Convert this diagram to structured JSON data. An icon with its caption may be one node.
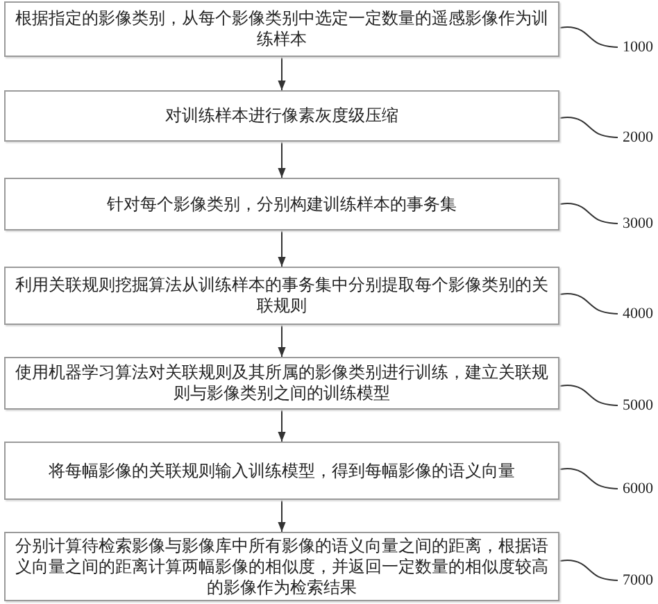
{
  "diagram": {
    "nodes": [
      {
        "text": [
          "根据指定的影像类别，从每个影像类别中选定一定数量的遥感影像作为训练样本"
        ]
      },
      {
        "text": [
          "1000"
        ]
      },
      {
        "text": [
          "对训练样本进行像素灰度级压缩"
        ]
      },
      {
        "text": [
          "2000"
        ]
      },
      {
        "text": [
          "针对每个影像类别，分别构建训练样本的事务集"
        ]
      },
      {
        "text": [
          "3000"
        ]
      },
      {
        "text": [
          "利用关联规则挖掘算法从训练样本的事务集中分别提取每个影像类别的关联规则"
        ]
      },
      {
        "text": [
          "4000"
        ]
      },
      {
        "text": [
          "使用机器学习算法对关联规则及其所属的影像类别进行训练，建立关联规则与影像类别之间的训练模型"
        ]
      },
      {
        "text": [
          "5000"
        ]
      },
      {
        "text": [
          "将每幅影像的关联规则输入训练模型，得到每幅影像的语义向量"
        ]
      },
      {
        "text": [
          "6000"
        ]
      },
      {
        "text": [
          "分别计算待检索影像与影像库中所有影像的语义向量之间的距离，根据语义向量之间的距离计算两幅影像的相似度，并返回一定数量的相似度较高的影像作为检索结果"
        ]
      },
      {
        "text": [
          "7000"
        ]
      }
    ],
    "edges": [
      {
        "from": 0,
        "to": 2,
        "arrow": "to"
      },
      {
        "from": 2,
        "to": 4,
        "arrow": "to"
      },
      {
        "from": 4,
        "to": 6,
        "arrow": "to"
      },
      {
        "from": 6,
        "to": 8,
        "arrow": "to"
      },
      {
        "from": 8,
        "to": 10,
        "arrow": "to"
      },
      {
        "from": 10,
        "to": 12,
        "arrow": "to"
      },
      {
        "from": 1,
        "to": 0,
        "arrow": "none"
      },
      {
        "from": 3,
        "to": 2,
        "arrow": "none"
      },
      {
        "from": 5,
        "to": 4,
        "arrow": "none"
      },
      {
        "from": 7,
        "to": 6,
        "arrow": "none"
      },
      {
        "from": 9,
        "to": 8,
        "arrow": "none"
      },
      {
        "from": 11,
        "to": 10,
        "arrow": "none"
      },
      {
        "from": 13,
        "to": 12,
        "arrow": "none"
      }
    ]
  }
}
